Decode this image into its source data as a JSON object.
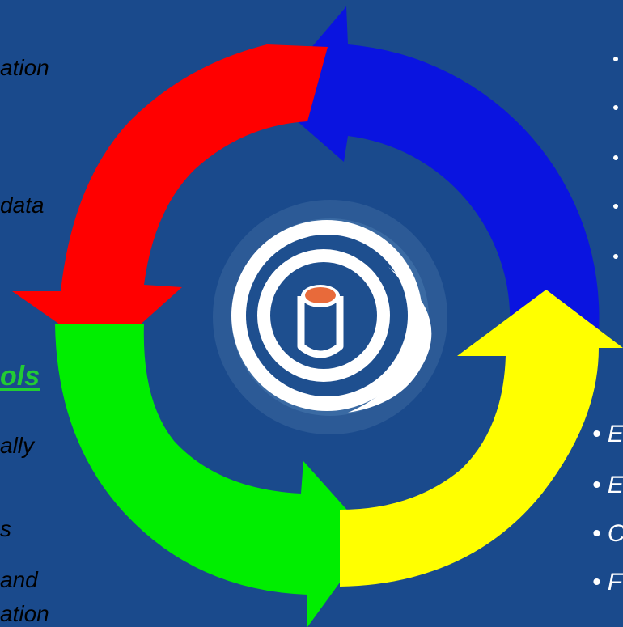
{
  "left_text": {
    "line1": "ation",
    "line2": "data",
    "heading": "ols",
    "line3": "ally",
    "line4": "s",
    "line5": "and",
    "line6": "ation"
  },
  "right_text": {
    "item1": "• E",
    "item2": "• E",
    "item3": "• C",
    "item4": "• F"
  },
  "colors": {
    "background": "#1a4a8c",
    "blue_arrow": "#0a14e0",
    "red_arrow": "#ff0000",
    "green_arrow": "#00ee00",
    "yellow_arrow": "#ffff00",
    "database_top": "#e86a3a",
    "heading_text": "#22cc33"
  },
  "icons": {
    "center": "database-swirl-icon"
  }
}
